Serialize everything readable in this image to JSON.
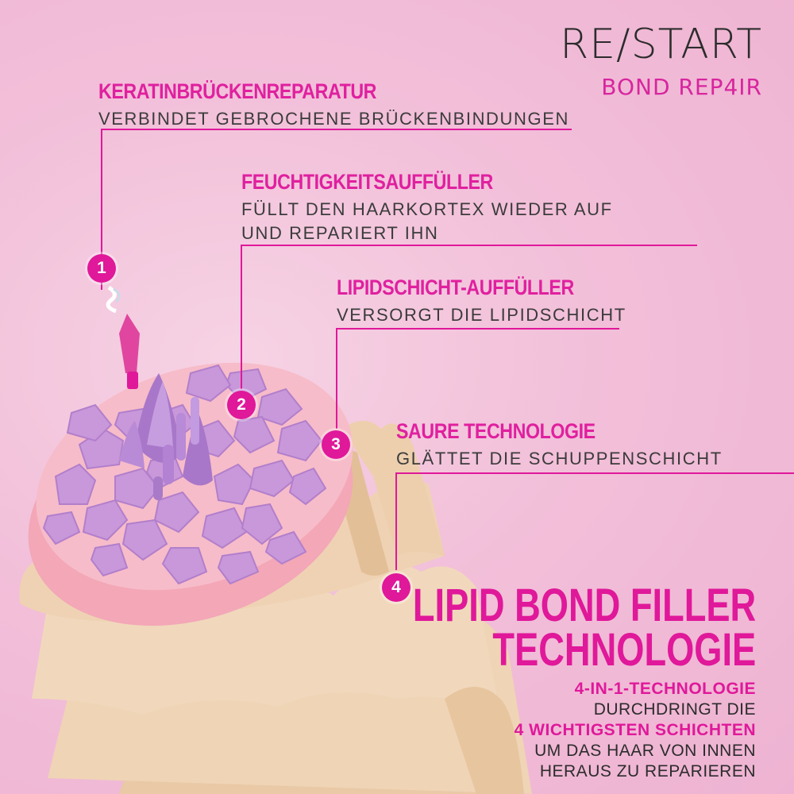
{
  "brand": {
    "name": "RE/START",
    "subtitle": "BOND REP4IR"
  },
  "callouts": [
    {
      "number": "1",
      "title": "KERATINBRÜCKENREPARATUR",
      "lines": [
        "VERBINDET GEBROCHENE BRÜCKENBINDUNGEN"
      ]
    },
    {
      "number": "2",
      "title": "FEUCHTIGKEITSAUFFÜLLER",
      "lines": [
        "FÜLLT DEN HAARKORTEX WIEDER AUF",
        "UND REPARIERT IHN"
      ]
    },
    {
      "number": "3",
      "title": "LIPIDSCHICHT-AUFFÜLLER",
      "lines": [
        "VERSORGT DIE LIPIDSCHICHT"
      ]
    },
    {
      "number": "4",
      "title": "SAURE TECHNOLOGIE",
      "lines": [
        "GLÄTTET DIE SCHUPPENSCHICHT"
      ]
    }
  ],
  "headline": {
    "line1": "LIPID BOND FILLER",
    "line2": "TECHNOLOGIE"
  },
  "technology": {
    "line1": "4-IN-1-TECHNOLOGIE",
    "line2": "DURCHDRINGT DIE",
    "line3": "4 WICHTIGSTEN SCHICHTEN",
    "line4": "UM DAS HAAR VON INNEN",
    "line5": "HERAUS ZU REPARIEREN"
  },
  "colors": {
    "accent": "#e0189a",
    "text": "#3b3b3b",
    "background": "#f2c2db",
    "cuticle": "#efd3b5",
    "cortex": "#c89ad8",
    "lipid": "#f4aab8"
  },
  "icons": [
    "number-badge-1",
    "number-badge-2",
    "number-badge-3",
    "number-badge-4",
    "hair-cross-section-illustration"
  ]
}
